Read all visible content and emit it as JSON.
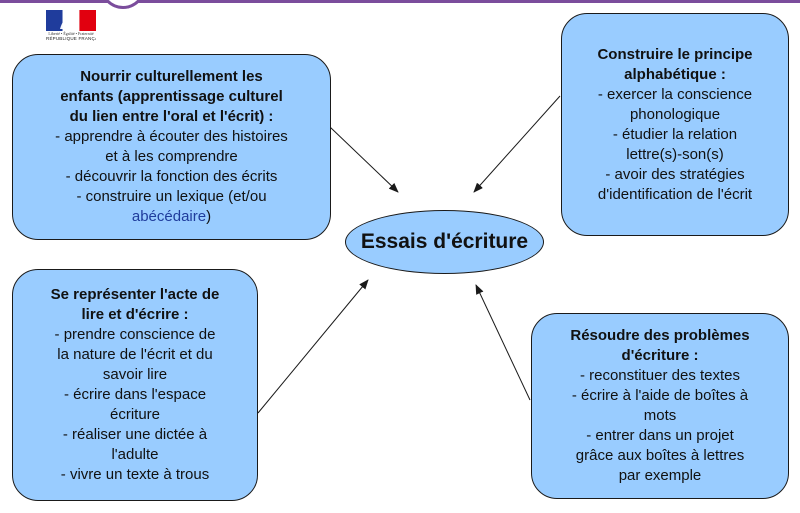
{
  "header": {
    "logo_motto": "Liberté • Égalité • Fraternité",
    "logo_republic": "RÉPUBLIQUE FRANÇAISE"
  },
  "colors": {
    "box_fill": "#99ccff",
    "border": "#1a1a1a",
    "accent_purple": "#7b4d9c",
    "flag_blue": "#1f3c9c",
    "flag_red": "#e1000f",
    "link": "#1f3c9c"
  },
  "center": {
    "label": "Essais d'écriture"
  },
  "boxes": {
    "top_left": {
      "title_lines": [
        "Nourrir culturellement les",
        "enfants (apprentissage culturel",
        "du lien entre l'oral et l'écrit) :"
      ],
      "items": [
        "- apprendre à écouter des histoires",
        "et à les comprendre",
        "- découvrir la fonction des écrits",
        "- construire un lexique (et/ou"
      ],
      "link_text": "abécédaire",
      "link_suffix": ")"
    },
    "top_right": {
      "title_lines": [
        "Construire le principe",
        "alphabétique :"
      ],
      "items": [
        "- exercer la conscience",
        "phonologique",
        "- étudier la relation",
        "lettre(s)-son(s)",
        "- avoir des stratégies",
        "d'identification de l'écrit"
      ]
    },
    "bottom_left": {
      "title_lines": [
        "Se représenter l'acte de",
        "lire et d'écrire :"
      ],
      "items": [
        "- prendre conscience de",
        "la nature de l'écrit et du",
        "savoir lire",
        "- écrire dans l'espace",
        "écriture",
        "- réaliser une dictée à",
        "l'adulte",
        "- vivre un texte à trous"
      ]
    },
    "bottom_right": {
      "title_lines": [
        "Résoudre des problèmes",
        "d'écriture :"
      ],
      "items": [
        "- reconstituer des textes",
        "- écrire à l'aide de boîtes à",
        "mots",
        "- entrer dans un projet",
        "grâce aux boîtes à lettres",
        "par exemple"
      ]
    }
  }
}
